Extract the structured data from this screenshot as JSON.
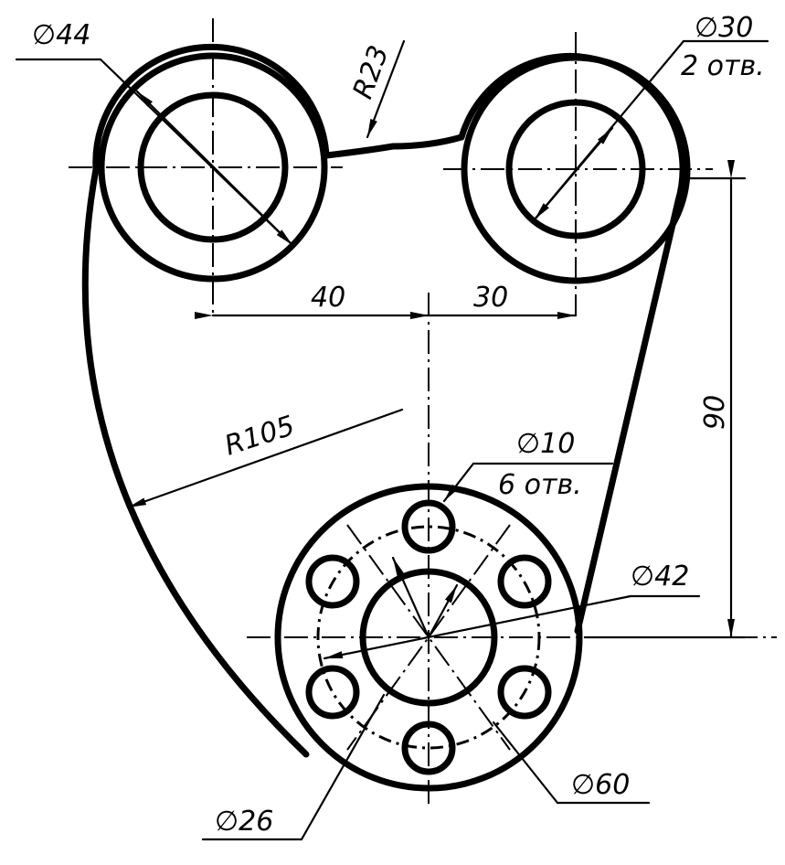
{
  "labels": {
    "d44": "∅44",
    "d30": "∅30",
    "holes2": "2 отв.",
    "r23": "R23",
    "dim40": "40",
    "dim30": "30",
    "dim90": "90",
    "r105": "R105",
    "d10": "∅10",
    "holes6": "6 отв.",
    "d42": "∅42",
    "d60": "∅60",
    "d26": "∅26"
  }
}
